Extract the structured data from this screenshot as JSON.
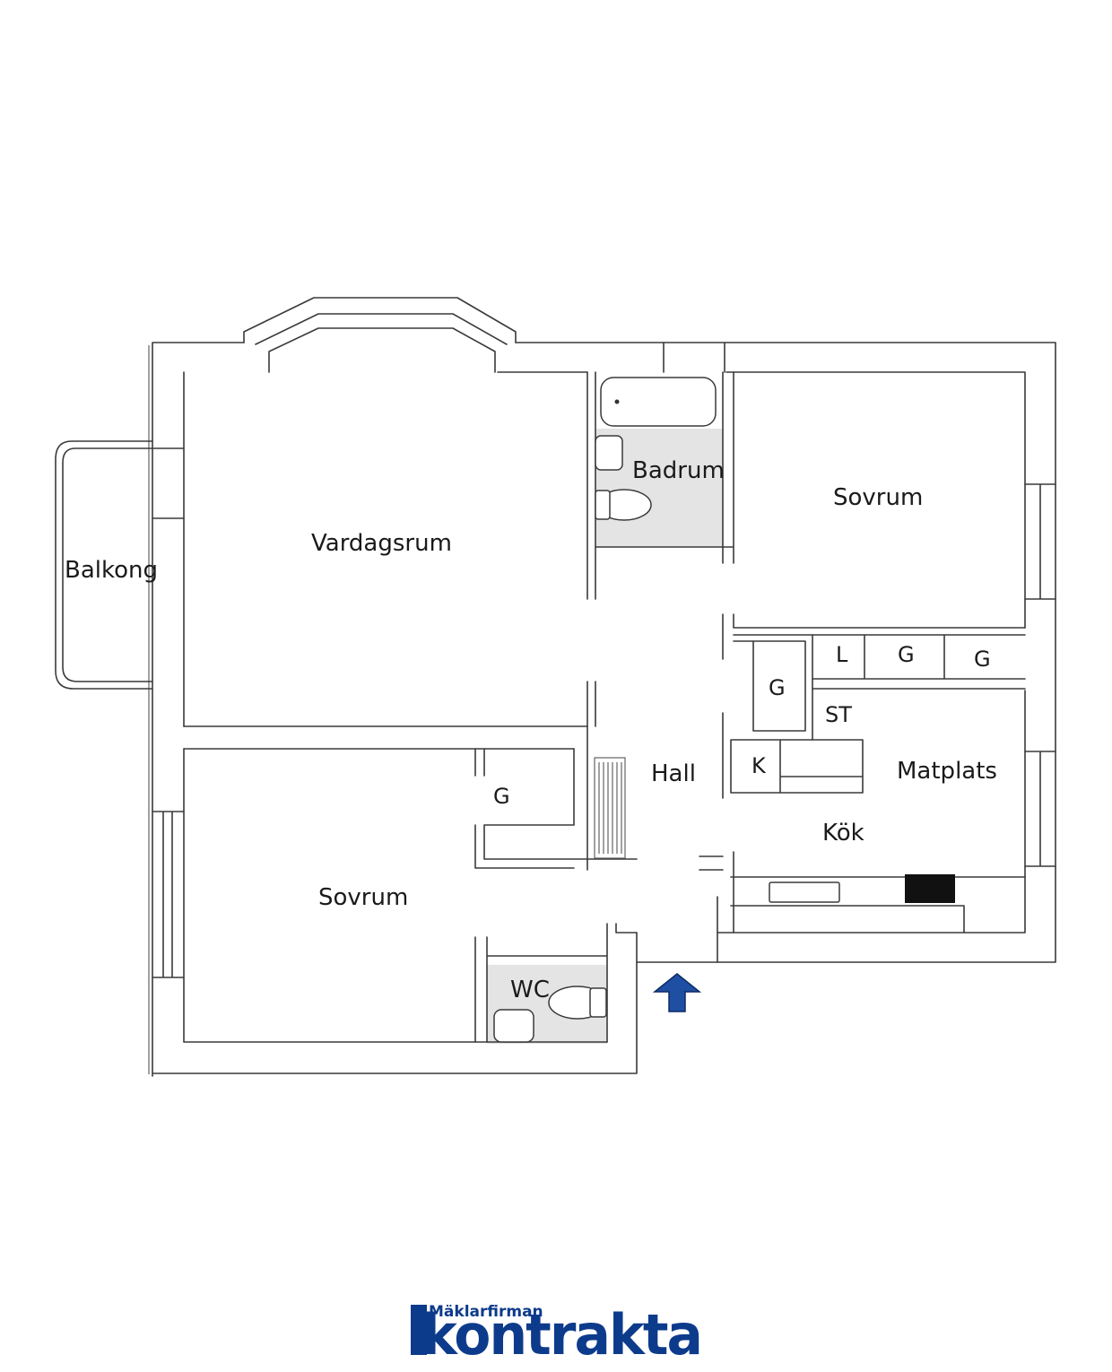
{
  "rooms": {
    "balkong": "Balkong",
    "vardagsrum": "Vardagsrum",
    "badrum": "Badrum",
    "sovrum_1": "Sovrum",
    "hall": "Hall",
    "sovrum_2": "Sovrum",
    "wc": "WC",
    "matplats": "Matplats",
    "kok": "Kök"
  },
  "storage": {
    "g_bedroom2": "G",
    "g_hall": "G",
    "l": "L",
    "g_top_1": "G",
    "g_top_2": "G",
    "st": "ST",
    "k": "K"
  },
  "logo": {
    "small": "Mäklarfirman",
    "big": "kontrakta"
  },
  "colors": {
    "brand": "#0d3b8c",
    "wet_room_fill": "#e4e4e4",
    "wall": "#3a3a3a",
    "entrance_arrow": "#1f4fa3"
  },
  "icons": {
    "entrance": "arrow-up-icon"
  }
}
